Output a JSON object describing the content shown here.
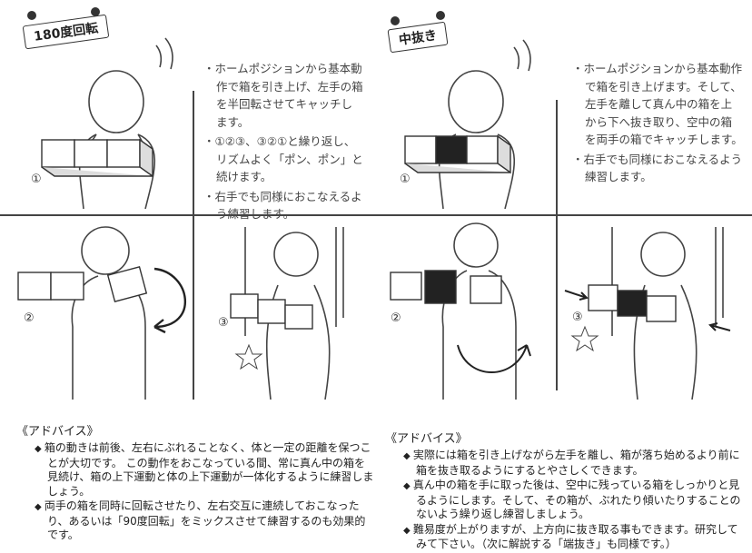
{
  "left": {
    "tag": "180度回転",
    "steps": [
      "ホームポジションから基本動作で箱を引き上げ、左手の箱を半回転させてキャッチします。",
      "①②③、③②①と繰り返し、リズムよく「ポン、ポン」と続けます。",
      "右手でも同様におこなえるよう練習します。"
    ],
    "figure_numbers": [
      "①",
      "②",
      "③"
    ],
    "advice_title": "《アドバイス》",
    "advice": [
      "箱の動きは前後、左右にぶれることなく、体と一定の距離を保つことが大切です。 この動作をおこなっている間、常に真ん中の箱を見続け、箱の上下運動と体の上下運動が一体化するように練習しましょう。",
      "両手の箱を同時に回転させたり、左右交互に連続しておこなったり、あるいは「90度回転」をミックスさせて練習するのも効果的です。"
    ]
  },
  "right": {
    "tag": "中抜き",
    "steps": [
      "ホームポジションから基本動作で箱を引き上げます。そして、左手を離して真ん中の箱を上から下へ抜き取り、空中の箱を両手の箱でキャッチします。",
      "右手でも同様におこなえるよう練習します。"
    ],
    "figure_numbers": [
      "①",
      "②",
      "③"
    ],
    "advice_title": "《アドバイス》",
    "advice": [
      "実際には箱を引き上げながら左手を離し、箱が落ち始めるより前に箱を抜き取るようにするとやさしくできます。",
      "真ん中の箱を手に取った後は、空中に残っている箱をしっかりと見るようにします。そして、その箱が、ぶれたり傾いたりすることのないよう繰り返し練習しましょう。",
      "難易度が上がりますが、上方向に抜き取る事もできます。研究してみて下さい。（次に解説する「端抜き」も同様です。）"
    ]
  }
}
